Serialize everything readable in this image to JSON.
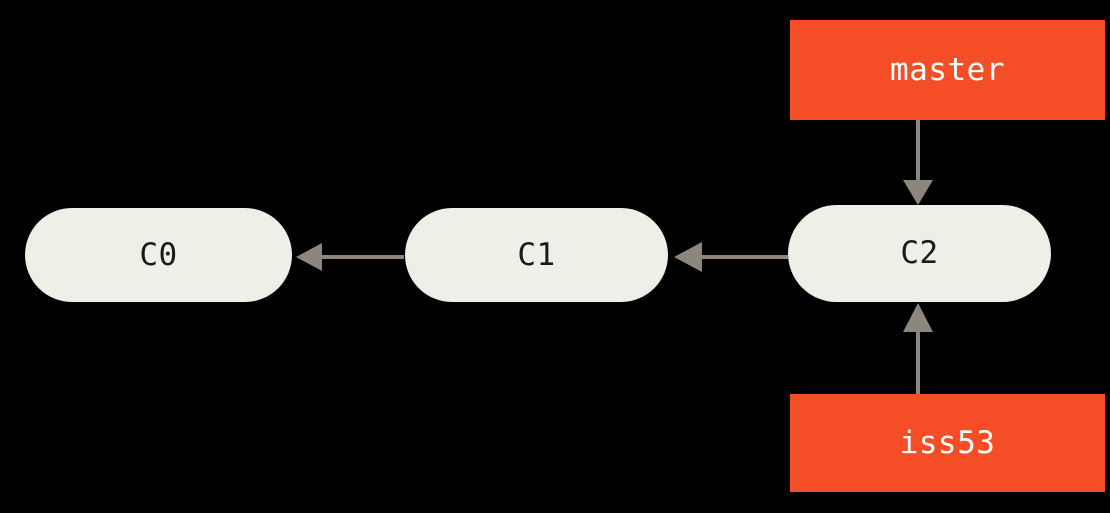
{
  "diagram": {
    "title": "git-branch-pointers-diagram",
    "background_color": "#000000",
    "commit_fill": "#F0EFE7",
    "commit_text_color": "#1A1A1A",
    "branch_fill": "#F54E26",
    "branch_text_color": "#FFFFFF",
    "arrow_color": "#8C867E"
  },
  "commits": [
    {
      "id": "c0",
      "label": "C0"
    },
    {
      "id": "c1",
      "label": "C1"
    },
    {
      "id": "c2",
      "label": "C2"
    }
  ],
  "branches": [
    {
      "id": "master",
      "label": "master"
    },
    {
      "id": "iss53",
      "label": "iss53"
    }
  ],
  "arrows": [
    {
      "id": "c1-to-c0",
      "from": "C1",
      "to": "C0",
      "direction": "left"
    },
    {
      "id": "c2-to-c1",
      "from": "C2",
      "to": "C1",
      "direction": "left"
    },
    {
      "id": "master-to-c2",
      "from": "master",
      "to": "C2",
      "direction": "down"
    },
    {
      "id": "iss53-to-c2",
      "from": "iss53",
      "to": "C2",
      "direction": "up"
    }
  ]
}
